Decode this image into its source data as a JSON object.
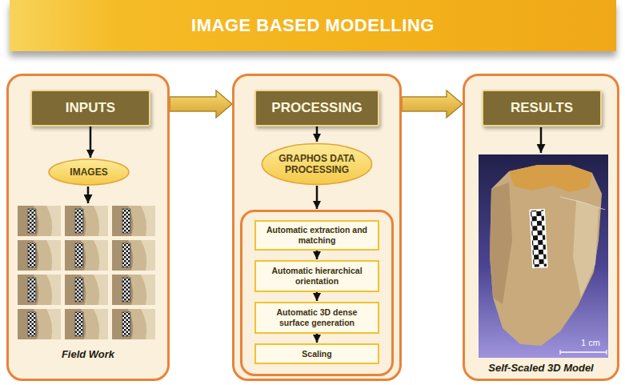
{
  "diagram": {
    "title": "IMAGE BASED MODELLING",
    "nodes": [
      {
        "text": [
          "Field Work"
        ]
      },
      {
        "text": [
          "INPUTS"
        ],
        "in": 0
      },
      {
        "text": [
          "IMAGES"
        ],
        "in": 0
      },
      {
        "text": []
      },
      {
        "text": [
          "PROCESSING"
        ],
        "in": 3
      },
      {
        "text": [
          "GRAPHOS DATA PROCESSING"
        ],
        "in": 3
      },
      {
        "text": [],
        "in": 3
      },
      {
        "text": [
          "Automatic extraction and matching"
        ],
        "in": 6
      },
      {
        "text": [
          "Automatic hierarchical orientation"
        ],
        "in": 6
      },
      {
        "text": [
          "Automatic 3D dense surface generation"
        ],
        "in": 6
      },
      {
        "text": [
          "Scaling"
        ],
        "in": 6
      },
      {
        "text": [
          "Self-Scaled 3D Model"
        ]
      },
      {
        "text": [
          "RESULTS"
        ],
        "in": 11
      }
    ],
    "edges": [
      {
        "from": 0,
        "to": 3,
        "arrow": "to"
      },
      {
        "from": 3,
        "to": 11,
        "arrow": "to"
      },
      {
        "from": 1,
        "to": 2,
        "arrow": "to"
      },
      {
        "from": 4,
        "to": 5,
        "arrow": "to"
      },
      {
        "from": 5,
        "to": 6,
        "arrow": "to"
      },
      {
        "from": 7,
        "to": 8,
        "arrow": "to"
      },
      {
        "from": 8,
        "to": 9,
        "arrow": "to"
      },
      {
        "from": 9,
        "to": 10,
        "arrow": "to"
      }
    ],
    "labels": [
      "1 cm"
    ]
  }
}
